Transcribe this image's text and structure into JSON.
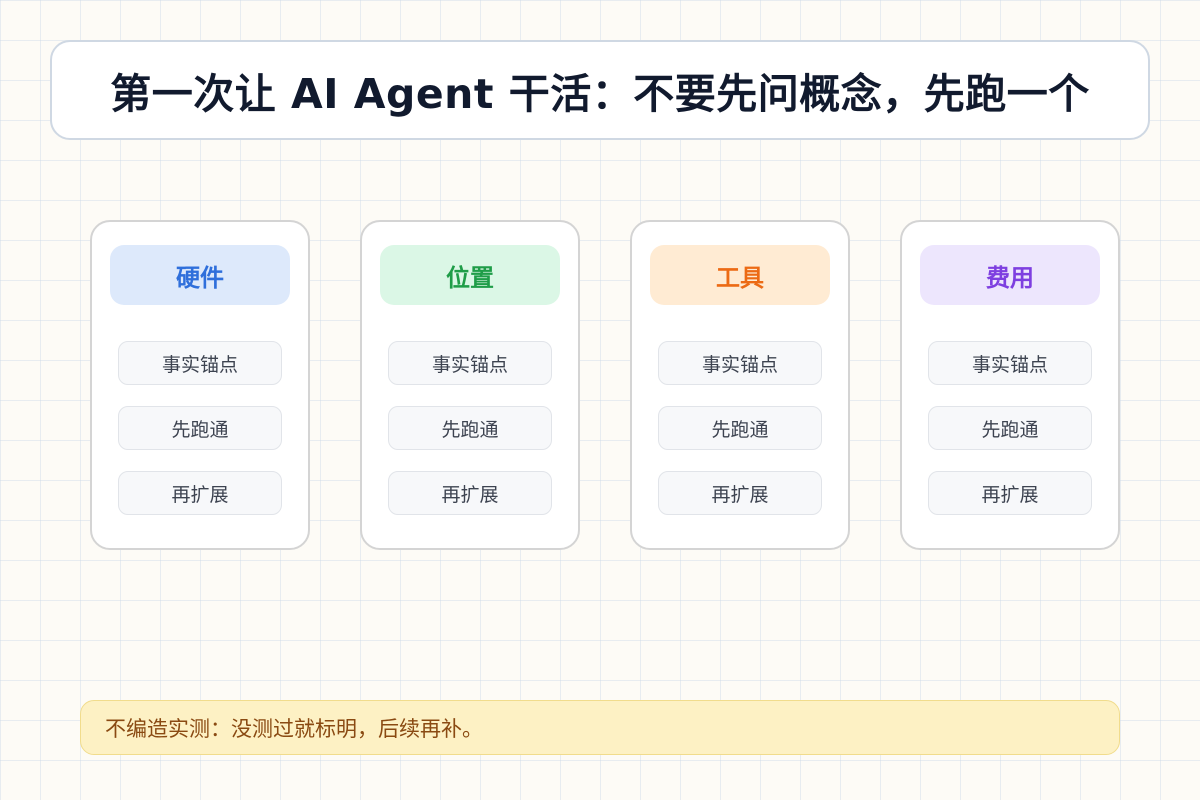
{
  "title": "第一次让 AI Agent 干活：不要先问概念，先跑一个",
  "cards": [
    {
      "label": "硬件",
      "color": "#2f6fdb",
      "bg": "#dde9fb",
      "items": [
        "事实锚点",
        "先跑通",
        "再扩展"
      ]
    },
    {
      "label": "位置",
      "color": "#1f9d48",
      "bg": "#dbf7e6",
      "items": [
        "事实锚点",
        "先跑通",
        "再扩展"
      ]
    },
    {
      "label": "工具",
      "color": "#ec6a14",
      "bg": "#ffebd3",
      "items": [
        "事实锚点",
        "先跑通",
        "再扩展"
      ]
    },
    {
      "label": "费用",
      "color": "#7e3fe0",
      "bg": "#ede6fd",
      "items": [
        "事实锚点",
        "先跑通",
        "再扩展"
      ]
    }
  ],
  "note": "不编造实测：没测过就标明，后续再补。"
}
